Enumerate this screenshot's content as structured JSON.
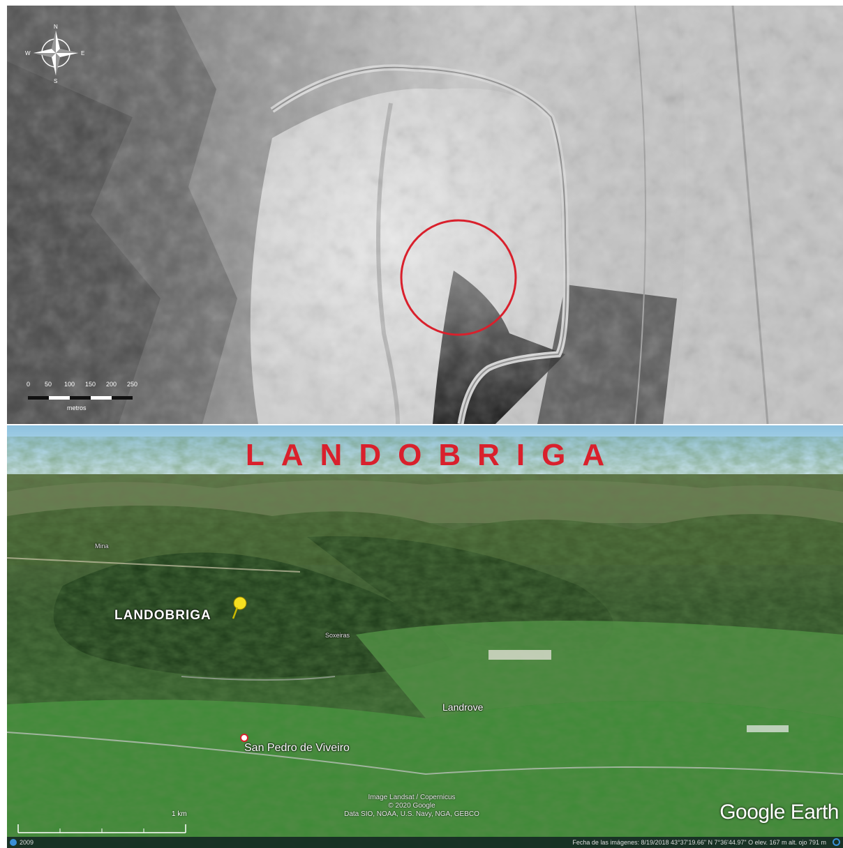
{
  "map_top": {
    "compass": {
      "icon": "compass-rose-icon",
      "n": "N",
      "e": "E",
      "s": "S",
      "w": "W"
    },
    "scale_bar": {
      "ticks": [
        "0",
        "50",
        "100",
        "150",
        "200",
        "250"
      ],
      "unit": "metros"
    },
    "highlight_color": "#d9202c"
  },
  "title": "LANDOBRIGA",
  "earth": {
    "labels": {
      "landobriga": "LANDOBRIGA",
      "san_pedro": "San Pedro de Viveiro",
      "landrove": "Landrove",
      "soxeiras": "Soxeiras",
      "minor_top": "Mina"
    },
    "pin_icon": "yellow-pushpin-icon",
    "attribution": [
      "Image Landsat / Copernicus",
      "© 2020 Google",
      "Data SIO, NOAA, U.S. Navy, NGA, GEBCO"
    ],
    "watermark": {
      "bold": "Google",
      "light": " Earth"
    },
    "scale_label": "1 km",
    "status": {
      "year": "2009",
      "text": "Fecha de las imágenes: 8/19/2018    43°37'19.66\" N    7°36'44.97\" O   elev.  167 m     alt. ojo   791 m"
    }
  }
}
